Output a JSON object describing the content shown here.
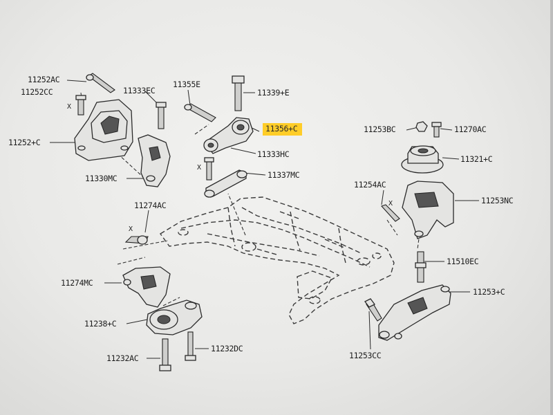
{
  "diagram": {
    "labels": [
      {
        "id": "11252AC",
        "text": "11252AC"
      },
      {
        "id": "11252CC",
        "text": "11252CC"
      },
      {
        "id": "11252C",
        "text": "11252+C"
      },
      {
        "id": "11333EC",
        "text": "11333EC"
      },
      {
        "id": "11330MC",
        "text": "11330MC"
      },
      {
        "id": "11355E",
        "text": "11355E"
      },
      {
        "id": "11339E",
        "text": "11339+E"
      },
      {
        "id": "11356C",
        "text": "11356+C",
        "highlighted": true
      },
      {
        "id": "11333HC",
        "text": "11333HC"
      },
      {
        "id": "11337MC",
        "text": "11337MC"
      },
      {
        "id": "11253BC",
        "text": "11253BC"
      },
      {
        "id": "11270AC",
        "text": "11270AC"
      },
      {
        "id": "11321C",
        "text": "11321+C"
      },
      {
        "id": "11254AC",
        "text": "11254AC"
      },
      {
        "id": "11253NC",
        "text": "11253NC"
      },
      {
        "id": "11274AC",
        "text": "11274AC"
      },
      {
        "id": "11510EC",
        "text": "11510EC"
      },
      {
        "id": "11274MC",
        "text": "11274MC"
      },
      {
        "id": "11253C",
        "text": "11253+C"
      },
      {
        "id": "11238C",
        "text": "11238+C"
      },
      {
        "id": "11232AC",
        "text": "11232AC"
      },
      {
        "id": "11232DC",
        "text": "11232DC"
      },
      {
        "id": "11253CC",
        "text": "11253CC"
      }
    ],
    "markers": [
      "X",
      "X",
      "X",
      "X"
    ],
    "highlight_color": "#ffcd28"
  }
}
